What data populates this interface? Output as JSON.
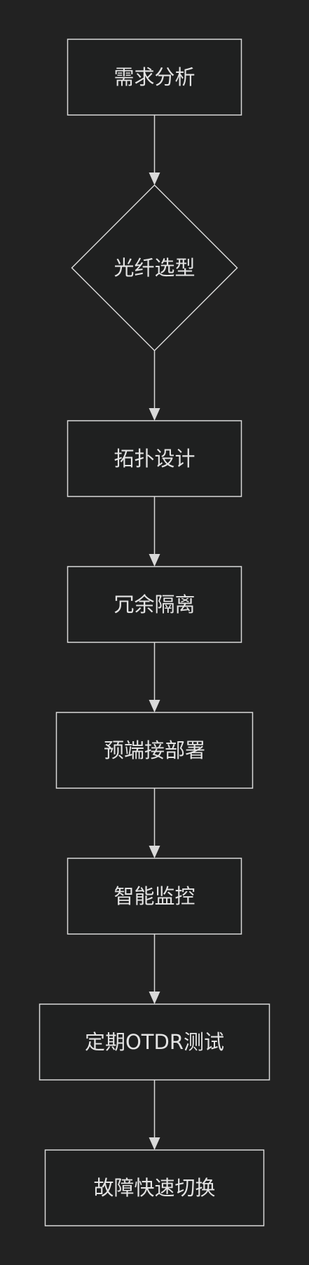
{
  "colors": {
    "background": "#222222",
    "node_fill": "#1f2020",
    "stroke": "#d9d9d9",
    "text": "#e3e3e3"
  },
  "nodes": [
    {
      "id": "requirements-analysis",
      "label": "需求分析",
      "shape": "rect"
    },
    {
      "id": "fiber-selection",
      "label": "光纤选型",
      "shape": "diamond"
    },
    {
      "id": "topology-design",
      "label": "拓扑设计",
      "shape": "rect"
    },
    {
      "id": "redundancy-isolation",
      "label": "冗余隔离",
      "shape": "rect"
    },
    {
      "id": "pre-termination-deployment",
      "label": "预端接部署",
      "shape": "rect"
    },
    {
      "id": "smart-monitoring",
      "label": "智能监控",
      "shape": "rect"
    },
    {
      "id": "periodic-otdr-testing",
      "label": "定期OTDR测试",
      "shape": "rect"
    },
    {
      "id": "fault-fast-switching",
      "label": "故障快速切换",
      "shape": "rect"
    }
  ],
  "edges": [
    {
      "from": "requirements-analysis",
      "to": "fiber-selection"
    },
    {
      "from": "fiber-selection",
      "to": "topology-design"
    },
    {
      "from": "topology-design",
      "to": "redundancy-isolation"
    },
    {
      "from": "redundancy-isolation",
      "to": "pre-termination-deployment"
    },
    {
      "from": "pre-termination-deployment",
      "to": "smart-monitoring"
    },
    {
      "from": "smart-monitoring",
      "to": "periodic-otdr-testing"
    },
    {
      "from": "periodic-otdr-testing",
      "to": "fault-fast-switching"
    }
  ]
}
